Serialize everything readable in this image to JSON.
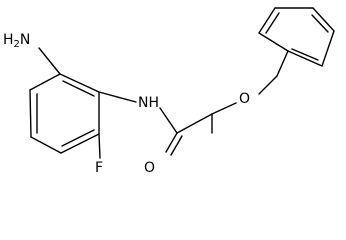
{
  "molecule": {
    "atoms": {
      "amine": {
        "main": "H",
        "sub": "2",
        "tail": "N"
      },
      "amide_nh": "NH",
      "ether_o": "O",
      "fluorine": "F",
      "carbonyl_o": "O"
    }
  }
}
